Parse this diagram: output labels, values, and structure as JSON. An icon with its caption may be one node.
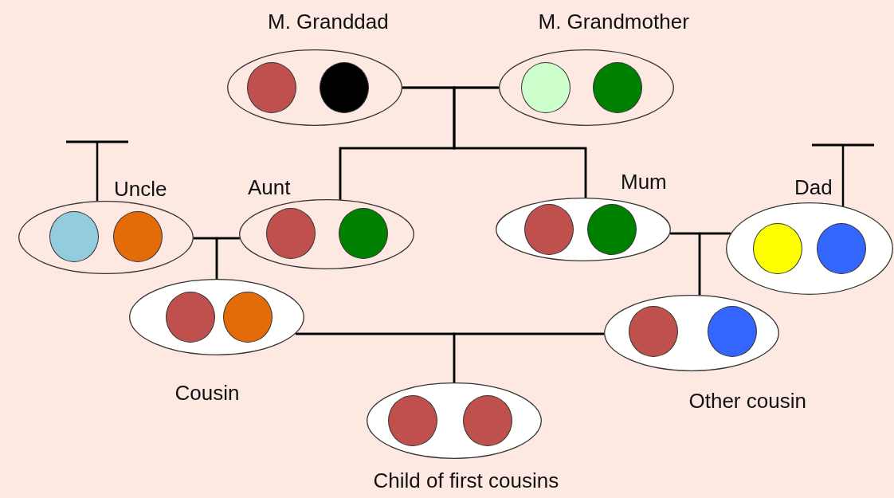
{
  "diagram": {
    "nodes": [
      {
        "text": [
          "M. Granddad"
        ]
      },
      {
        "text": [],
        "shape": "circle",
        "in": 0
      },
      {
        "text": [],
        "shape": "circle",
        "in": 0
      },
      {
        "text": [
          "M. Grandmother"
        ]
      },
      {
        "text": [],
        "shape": "circle",
        "in": 3
      },
      {
        "text": [],
        "shape": "circle",
        "in": 3
      },
      {
        "text": [
          "Uncle"
        ]
      },
      {
        "text": [],
        "shape": "circle",
        "in": 6
      },
      {
        "text": [],
        "shape": "circle",
        "in": 6
      },
      {
        "text": [
          "Aunt"
        ]
      },
      {
        "text": [],
        "shape": "circle",
        "in": 9
      },
      {
        "text": [],
        "shape": "circle",
        "in": 9
      },
      {
        "text": [
          "Mum"
        ]
      },
      {
        "text": [],
        "shape": "circle",
        "in": 12
      },
      {
        "text": [],
        "shape": "circle",
        "in": 12
      },
      {
        "text": [
          "Dad"
        ]
      },
      {
        "text": [],
        "shape": "circle",
        "in": 15
      },
      {
        "text": [],
        "shape": "circle",
        "in": 15
      },
      {
        "text": [
          "Cousin"
        ]
      },
      {
        "text": [],
        "shape": "circle",
        "in": 18
      },
      {
        "text": [],
        "shape": "circle",
        "in": 18
      },
      {
        "text": [
          "Other cousin"
        ]
      },
      {
        "text": [],
        "shape": "circle",
        "in": 21
      },
      {
        "text": [],
        "shape": "circle",
        "in": 21
      },
      {
        "text": [
          "Child of first cousins"
        ]
      },
      {
        "text": [],
        "shape": "circle",
        "in": 24
      },
      {
        "text": [],
        "shape": "circle",
        "in": 24
      }
    ],
    "edges": [
      {
        "from": 0,
        "to": 3,
        "arrow": "none"
      },
      {
        "from": 0,
        "to": 9,
        "arrow": "none"
      },
      {
        "from": 0,
        "to": 12,
        "arrow": "none"
      },
      {
        "from": 3,
        "to": 9,
        "arrow": "none"
      },
      {
        "from": 3,
        "to": 12,
        "arrow": "none"
      },
      {
        "from": null,
        "to": 6,
        "arrow": "other"
      },
      {
        "from": null,
        "to": 15,
        "arrow": "other"
      },
      {
        "from": 6,
        "to": 9,
        "arrow": "none"
      },
      {
        "from": 6,
        "to": 18,
        "arrow": "none"
      },
      {
        "from": 9,
        "to": 18,
        "arrow": "none"
      },
      {
        "from": 12,
        "to": 15,
        "arrow": "none"
      },
      {
        "from": 12,
        "to": 21,
        "arrow": "none"
      },
      {
        "from": 15,
        "to": 21,
        "arrow": "none"
      },
      {
        "from": 18,
        "to": 21,
        "arrow": "none"
      },
      {
        "from": 18,
        "to": 24,
        "arrow": "none"
      },
      {
        "from": 21,
        "to": 24,
        "arrow": "none"
      }
    ]
  }
}
